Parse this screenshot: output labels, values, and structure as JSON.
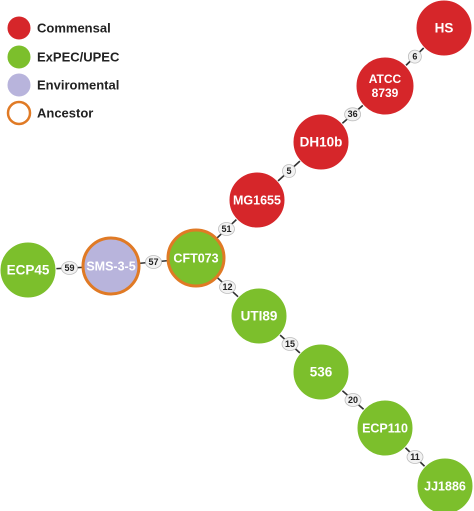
{
  "legend": [
    {
      "label": "Commensal",
      "fill": "#d6262a",
      "stroke": "#d6262a"
    },
    {
      "label": "ExPEC/UPEC",
      "fill": "#7cbf2c",
      "stroke": "#7cbf2c"
    },
    {
      "label": "Enviromental",
      "fill": "#b8b4dc",
      "stroke": "#b8b4dc"
    },
    {
      "label": "Ancestor",
      "fill": "#ffffff",
      "stroke": "#e07a25"
    }
  ],
  "nodes": [
    {
      "id": "HS",
      "lines": [
        "HS"
      ],
      "category": "Commensal"
    },
    {
      "id": "ATCC8739",
      "lines": [
        "ATCC",
        "8739"
      ],
      "category": "Commensal"
    },
    {
      "id": "DH10b",
      "lines": [
        "DH10b"
      ],
      "category": "Commensal"
    },
    {
      "id": "MG1655",
      "lines": [
        "MG1655"
      ],
      "category": "Commensal"
    },
    {
      "id": "CFT073",
      "lines": [
        "CFT073"
      ],
      "category": "ExPEC/UPEC",
      "ancestor": true
    },
    {
      "id": "SMS-3-5",
      "lines": [
        "SMS-3-5"
      ],
      "category": "Enviromental",
      "ancestor": true
    },
    {
      "id": "ECP45",
      "lines": [
        "ECP45"
      ],
      "category": "ExPEC/UPEC"
    },
    {
      "id": "UTI89",
      "lines": [
        "UTI89"
      ],
      "category": "ExPEC/UPEC"
    },
    {
      "id": "536",
      "lines": [
        "536"
      ],
      "category": "ExPEC/UPEC"
    },
    {
      "id": "ECP110",
      "lines": [
        "ECP110"
      ],
      "category": "ExPEC/UPEC"
    },
    {
      "id": "JJ1886",
      "lines": [
        "JJ1886"
      ],
      "category": "ExPEC/UPEC"
    }
  ],
  "edges": [
    {
      "from": "HS",
      "to": "ATCC8739",
      "label": "6"
    },
    {
      "from": "ATCC8739",
      "to": "DH10b",
      "label": "36"
    },
    {
      "from": "DH10b",
      "to": "MG1655",
      "label": "5"
    },
    {
      "from": "MG1655",
      "to": "CFT073",
      "label": "51"
    },
    {
      "from": "CFT073",
      "to": "SMS-3-5",
      "label": "57"
    },
    {
      "from": "SMS-3-5",
      "to": "ECP45",
      "label": "59"
    },
    {
      "from": "CFT073",
      "to": "UTI89",
      "label": "12"
    },
    {
      "from": "UTI89",
      "to": "536",
      "label": "15"
    },
    {
      "from": "536",
      "to": "ECP110",
      "label": "20"
    },
    {
      "from": "ECP110",
      "to": "JJ1886",
      "label": "11"
    }
  ]
}
